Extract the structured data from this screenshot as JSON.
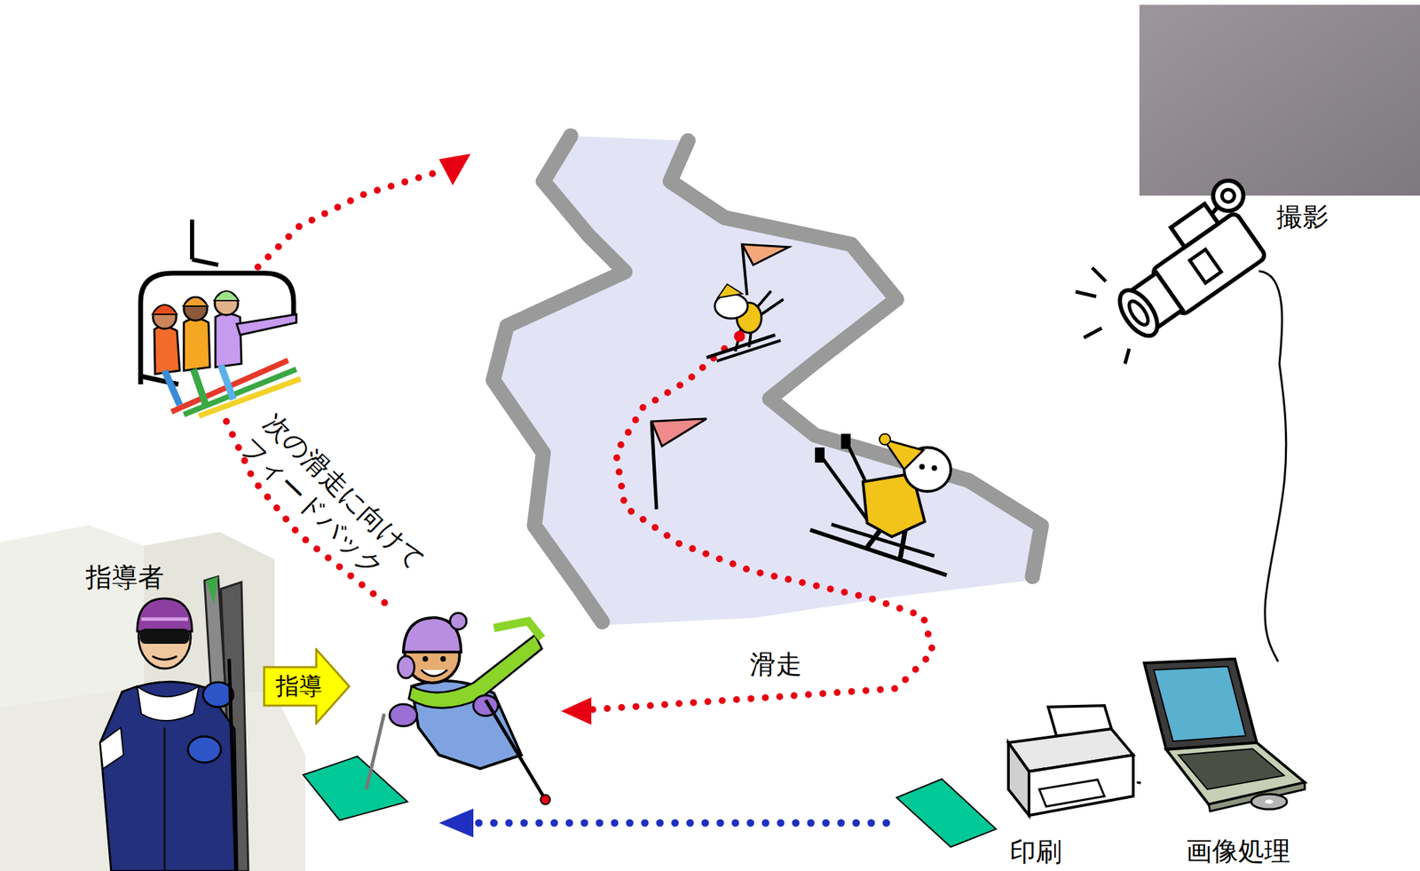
{
  "diagram": {
    "nodes": [
      {
        "text": [
          "撮影"
        ]
      },
      {
        "text": [
          "指導者"
        ]
      },
      {
        "text": [
          "指導"
        ]
      },
      {
        "text": [
          "印刷"
        ]
      },
      {
        "text": [
          "画像処理"
        ]
      }
    ],
    "edges": [
      {
        "from": 0,
        "to": 4,
        "arrow": "none"
      },
      {
        "from": 3,
        "to": 4,
        "arrow": "none"
      }
    ],
    "labels": [
      "次の滑走に向けて フィードバック",
      "滑走"
    ]
  }
}
